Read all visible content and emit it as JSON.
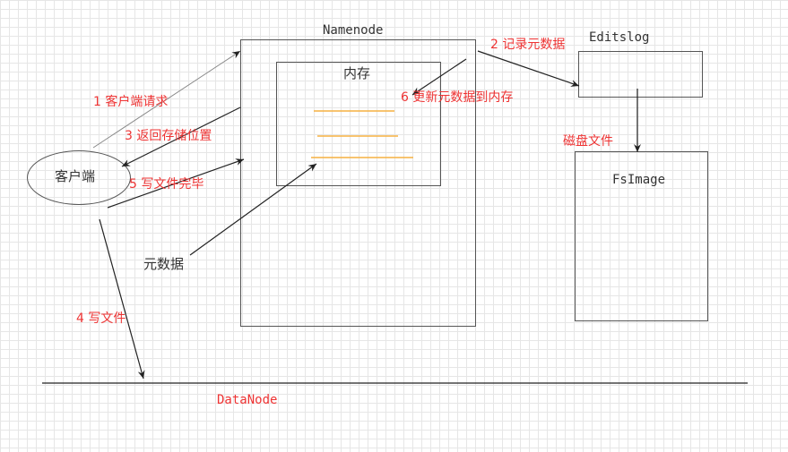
{
  "labels": {
    "namenode": "Namenode",
    "memory": "内存",
    "editslog": "Editslog",
    "fsimage": "FsImage",
    "client": "客户端",
    "metadata": "元数据",
    "datanode": "DataNode"
  },
  "steps": {
    "s1": "1 客户端请求",
    "s2": "2 记录元数据",
    "s3": "3 返回存储位置",
    "s4": "4 写文件",
    "s5": "5 写文件完毕",
    "s6": "6 更新元数据到内存",
    "disk": "磁盘文件"
  },
  "colors": {
    "accent_red": "#ee3333",
    "memory_lines": "#f5b041",
    "stroke": "#555555"
  }
}
